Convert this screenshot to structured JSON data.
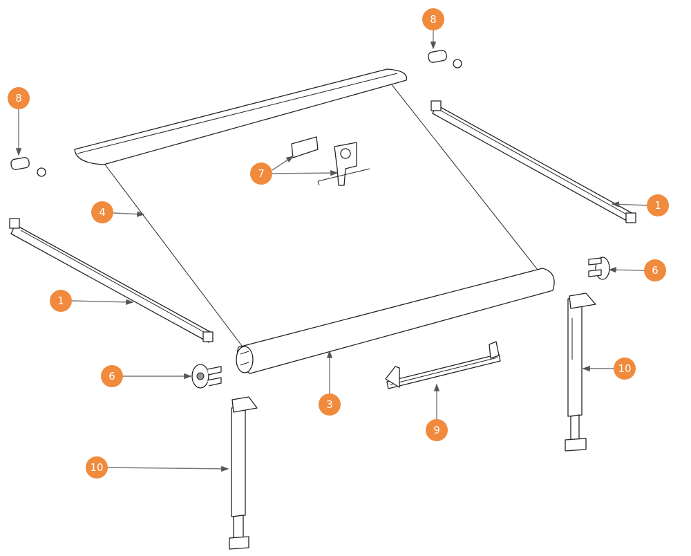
{
  "title": "Awning exploded parts diagram",
  "accent_color": "#F08A3C",
  "callouts": [
    {
      "label": "8",
      "part": "end-cap-screw"
    },
    {
      "label": "8",
      "part": "end-cap-screw"
    },
    {
      "label": "7",
      "part": "center-bracket"
    },
    {
      "label": "4",
      "part": "fabric"
    },
    {
      "label": "1",
      "part": "arm"
    },
    {
      "label": "6",
      "part": "end-plug"
    },
    {
      "label": "1",
      "part": "arm"
    },
    {
      "label": "10",
      "part": "leg"
    },
    {
      "label": "6",
      "part": "end-plug"
    },
    {
      "label": "3",
      "part": "roller-tube"
    },
    {
      "label": "9",
      "part": "lead-rail"
    },
    {
      "label": "10",
      "part": "leg"
    }
  ]
}
